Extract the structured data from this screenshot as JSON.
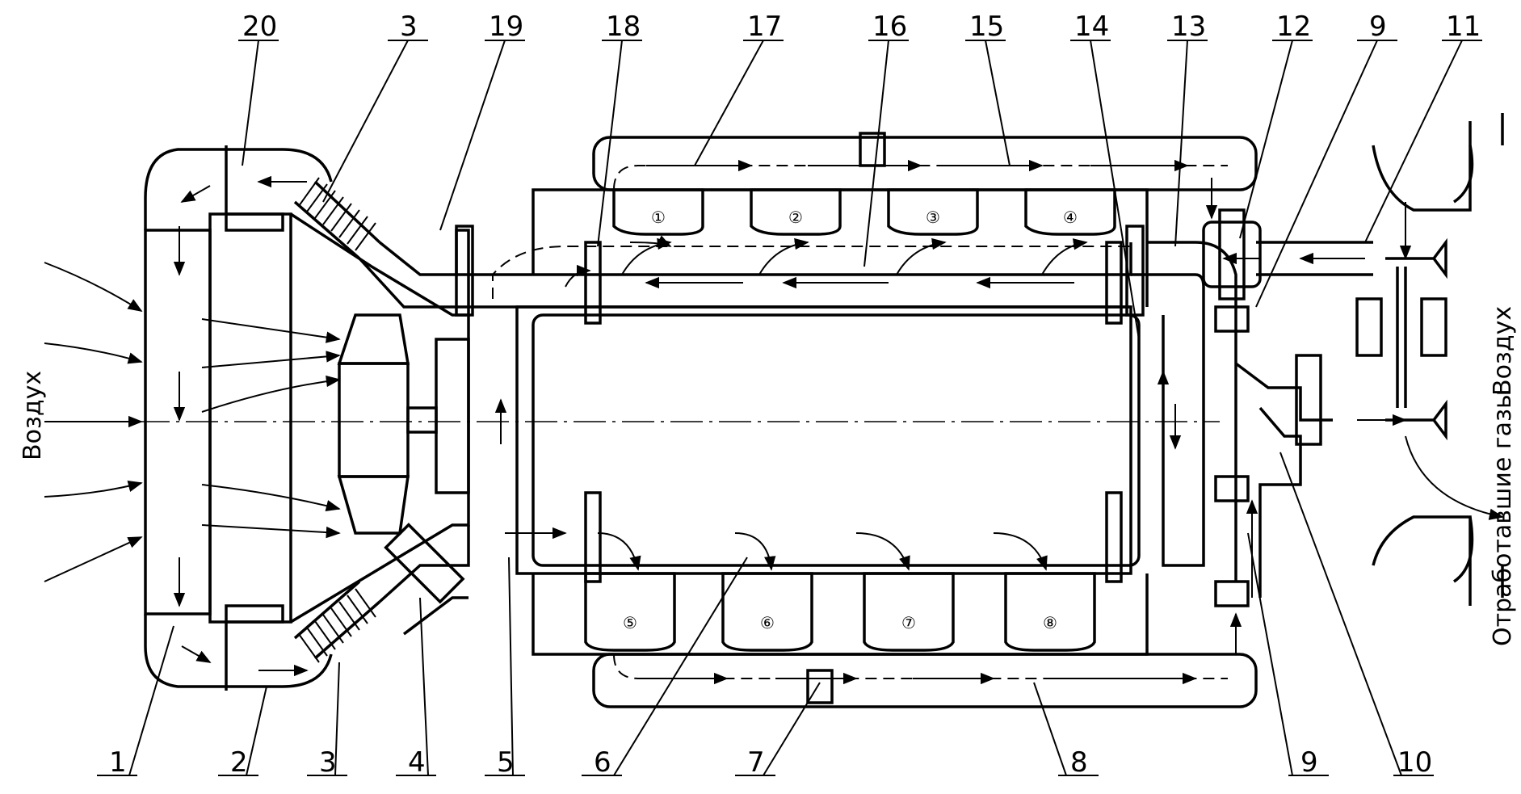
{
  "callouts": {
    "top": [
      "20",
      "3",
      "19",
      "18",
      "17",
      "16",
      "15",
      "14",
      "13",
      "12",
      "9",
      "11"
    ],
    "bottom": [
      "1",
      "2",
      "3",
      "4",
      "5",
      "6",
      "7",
      "8",
      "9",
      "10"
    ]
  },
  "cylinders": {
    "top": [
      "①",
      "②",
      "③",
      "④"
    ],
    "bottom": [
      "⑤",
      "⑥",
      "⑦",
      "⑧"
    ]
  },
  "side_labels": {
    "intake_left": "Воздух",
    "intake_right": "Воздух",
    "exhaust": "Отработавшие газы"
  }
}
